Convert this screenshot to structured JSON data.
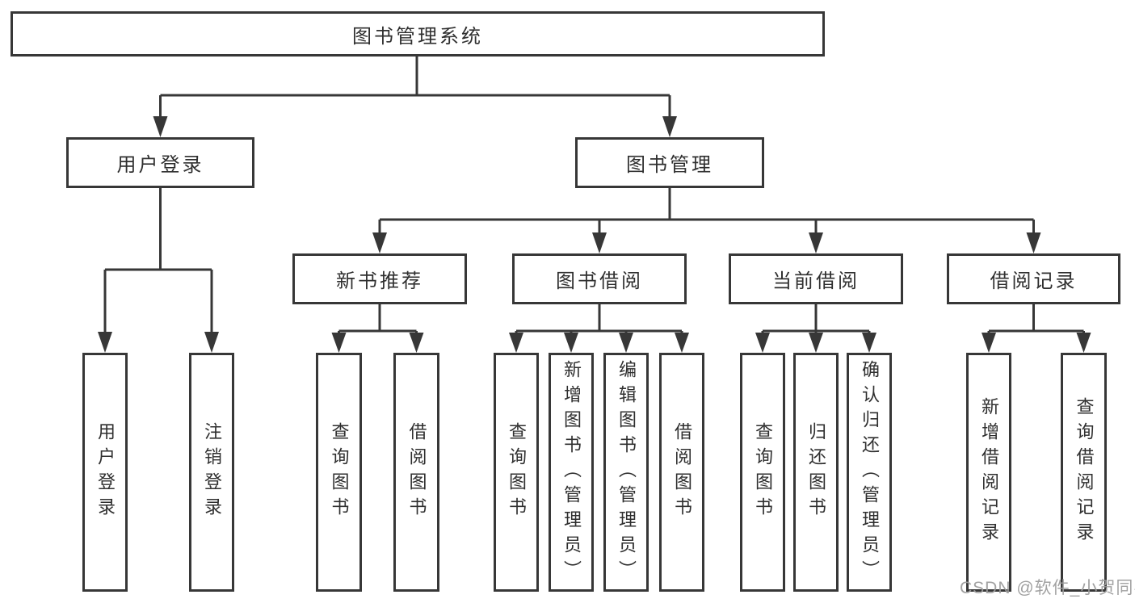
{
  "colors": {
    "line": "#373737",
    "text": "#2f2f2f",
    "watermark": "#9d9d9d",
    "background": "#ffffff"
  },
  "tree": {
    "root": {
      "label": "图书管理系统",
      "children": [
        {
          "label": "用户登录",
          "children": [
            {
              "label": "用户登录"
            },
            {
              "label": "注销登录"
            }
          ]
        },
        {
          "label": "图书管理",
          "children": [
            {
              "label": "新书推荐",
              "children": [
                {
                  "label": "查询图书"
                },
                {
                  "label": "借阅图书"
                }
              ]
            },
            {
              "label": "图书借阅",
              "children": [
                {
                  "label": "查询图书"
                },
                {
                  "label": "新增图书（管理员）"
                },
                {
                  "label": "编辑图书（管理员）"
                },
                {
                  "label": "借阅图书"
                }
              ]
            },
            {
              "label": "当前借阅",
              "children": [
                {
                  "label": "查询图书"
                },
                {
                  "label": "归还图书"
                },
                {
                  "label": "确认归还（管理员）"
                }
              ]
            },
            {
              "label": "借阅记录",
              "children": [
                {
                  "label": "新增借阅记录"
                },
                {
                  "label": "查询借阅记录"
                }
              ]
            }
          ]
        }
      ]
    }
  },
  "watermark": {
    "text": "CSDN @软件_小贺同学"
  }
}
